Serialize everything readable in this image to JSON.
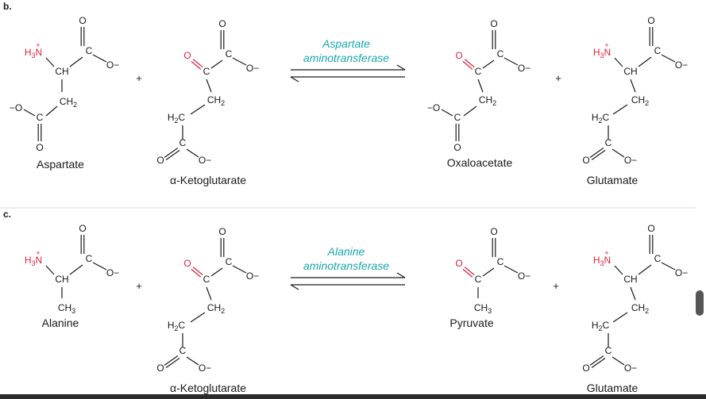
{
  "panels": {
    "b": {
      "label": "b.",
      "enzyme_line1": "Aspartate",
      "enzyme_line2": "aminotransferase",
      "plus": "+",
      "names": {
        "reactant1": "Aspartate",
        "reactant2": "α-Ketoglutarate",
        "product1": "Oxaloacetate",
        "product2": "Glutamate"
      }
    },
    "c": {
      "label": "c.",
      "enzyme_line1": "Alanine",
      "enzyme_line2": "aminotransferase",
      "plus": "+",
      "names": {
        "reactant1": "Alanine",
        "reactant2": "α-Ketoglutarate",
        "product1": "Pyruvate",
        "product2": "Glutamate"
      }
    }
  },
  "atoms": {
    "h3n": "H3N",
    "plus_charge": "+",
    "ch": "CH",
    "ch2": "CH2",
    "ch3": "CH3",
    "h2c": "H2C",
    "c": "C",
    "o": "O",
    "o_minus": "O−",
    "minus_o": "−O"
  },
  "colors": {
    "enzyme": "#1aa7ad",
    "heteroatom_red": "#e0223a",
    "ink": "#1a1a1a",
    "scrollbar": "#555555",
    "bottom_bar": "#2c2c2c"
  }
}
